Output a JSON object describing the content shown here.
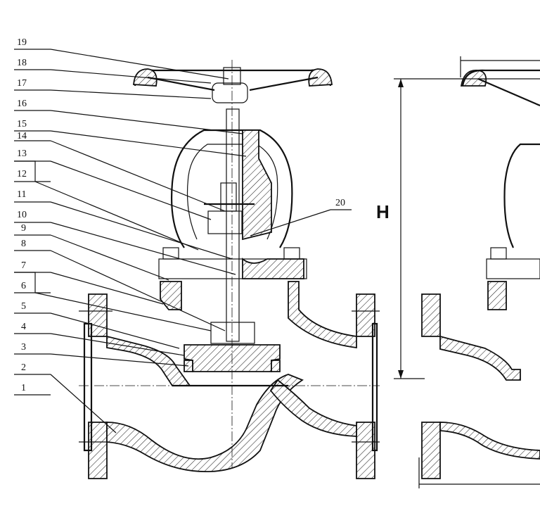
{
  "callouts": [
    "1",
    "2",
    "3",
    "4",
    "5",
    "6",
    "7",
    "8",
    "9",
    "10",
    "11",
    "12",
    "13",
    "14",
    "15",
    "16",
    "17",
    "18",
    "19",
    "20"
  ],
  "dimension_label": "H"
}
